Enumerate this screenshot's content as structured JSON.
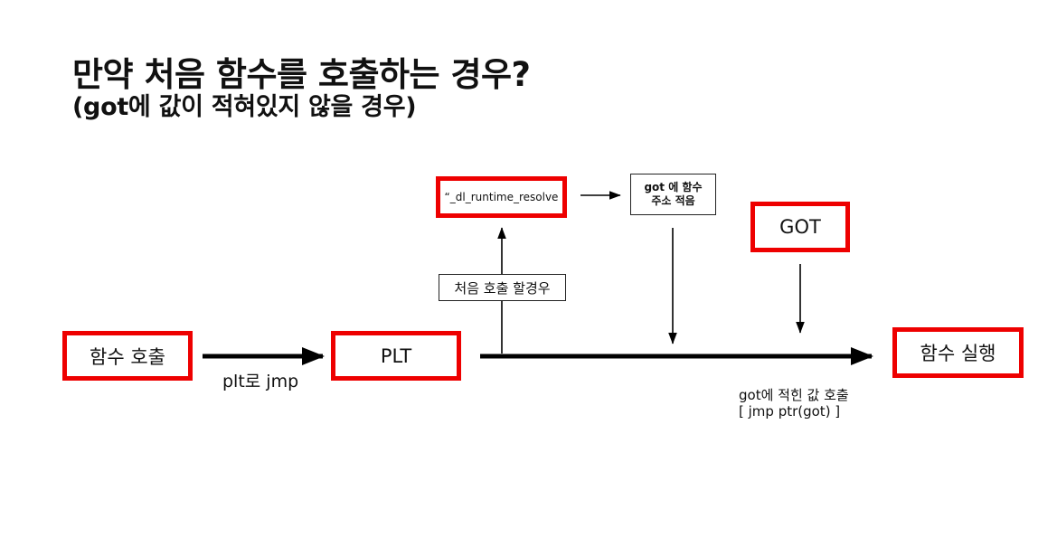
{
  "title": "만약 처음 함수를 호출하는 경우?",
  "subtitle": "(got에 값이 적혀있지 않을 경우)",
  "nodes": {
    "func_call": "함수 호출",
    "plt": "PLT",
    "dl_resolve": "“_dl_runtime_resolve",
    "got_write": "got 에 함수\n주소 적음",
    "got": "GOT",
    "func_exec": "함수 실행"
  },
  "edge_labels": {
    "plt_jmp": "plt로 jmp",
    "first_call": "처음 호출 할경우",
    "got_call_line1": "got에 적힌 값 호출",
    "got_call_line2": "[ jmp ptr(got) ]"
  },
  "colors": {
    "highlight_border": "#ee0000",
    "arrow": "#000000"
  }
}
